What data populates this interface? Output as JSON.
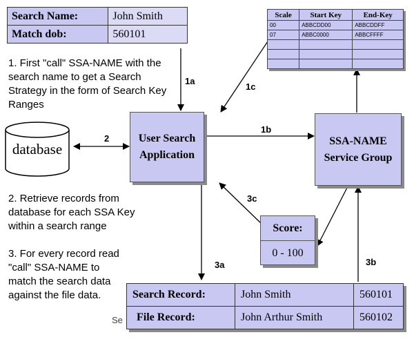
{
  "input_table": {
    "rows": [
      {
        "label": "Search Name:",
        "value": "John Smith"
      },
      {
        "label": "Match dob:",
        "value": "560101"
      }
    ]
  },
  "steps": {
    "step1": "1. First \"call\" SSA-NAME with the search name to get a Search Strategy in the form of Search Key Ranges",
    "step2": "2. Retrieve records from database for each SSA Key within a search range",
    "step3": "3. For every record read \"call\" SSA-NAME to  match the search data against the file data."
  },
  "nodes": {
    "database": "database",
    "app": "User Search Application",
    "ssa": "SSA-NAME Service Group"
  },
  "arrow_labels": {
    "a1a": "1a",
    "a1b": "1b",
    "a1c": "1c",
    "a2": "2",
    "a3a": "3a",
    "a3b": "3b",
    "a3c": "3c"
  },
  "key_table": {
    "headers": [
      "Scale",
      "Start Key",
      "End-Key"
    ],
    "rows": [
      [
        "00",
        "ABBCDD00",
        "ABBCDDFF"
      ],
      [
        "07",
        "ABBC0000",
        "ABBCFFFF"
      ],
      [
        "",
        "",
        ""
      ],
      [
        "",
        "",
        ""
      ],
      [
        "",
        "",
        ""
      ]
    ]
  },
  "score": {
    "label": "Score:",
    "value": "0 - 100"
  },
  "records": {
    "search": {
      "label": "Search Record:",
      "name": "John Smith",
      "dob": "560101"
    },
    "file": {
      "label": "File Record:",
      "name": "John Arthur Smith",
      "dob": "560102"
    }
  },
  "fragment": "Se"
}
